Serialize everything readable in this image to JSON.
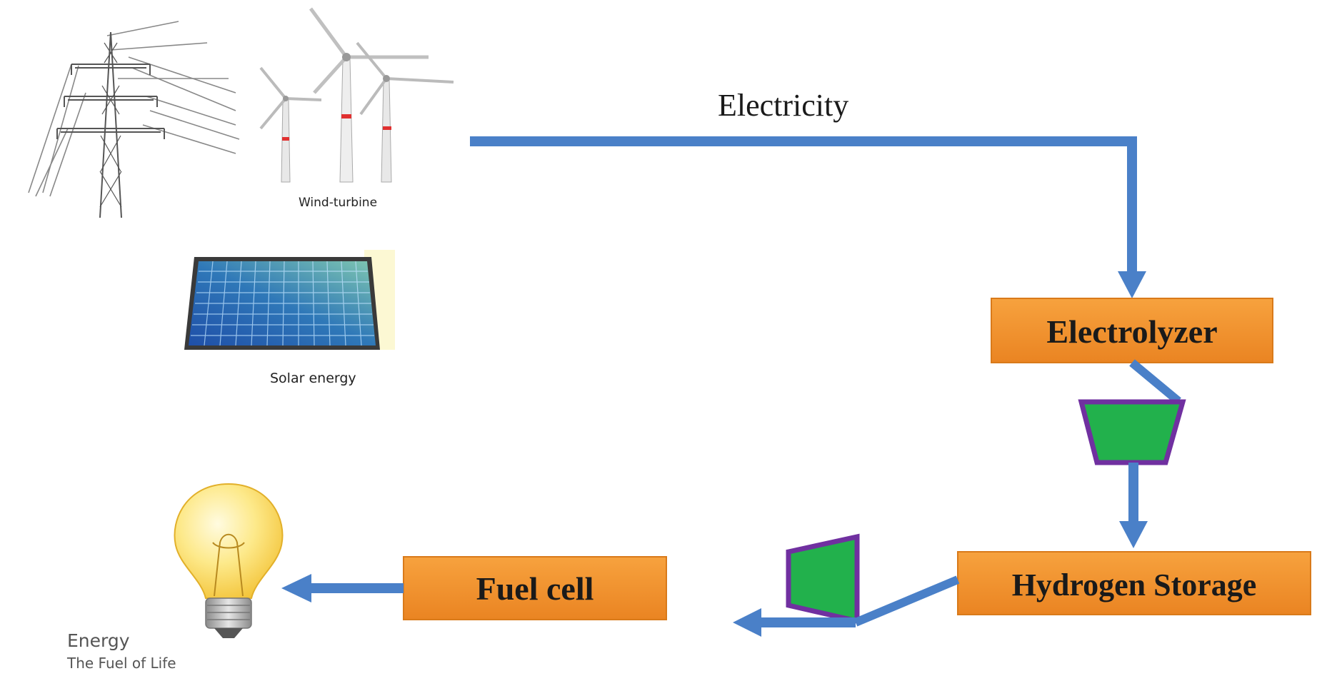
{
  "diagram": {
    "electricity_label": "Electricity",
    "wind_label": "Wind-turbine",
    "solar_label": "Solar energy",
    "electrolyzer_label": "Electrolyzer",
    "storage_label": "Hydrogen Storage",
    "fuelcell_label": "Fuel cell",
    "energy_title": "Energy",
    "energy_subtitle": "The Fuel of Life"
  },
  "colors": {
    "arrow": "#4a80c8",
    "box_fill": "#f0902c",
    "box_border": "#d97a1a",
    "compressor_fill": "#22b14c",
    "compressor_border": "#7030a0"
  },
  "icons": [
    "transmission-tower-icon",
    "wind-turbine-icon",
    "solar-panel-icon",
    "light-bulb-icon",
    "compressor-icon"
  ]
}
